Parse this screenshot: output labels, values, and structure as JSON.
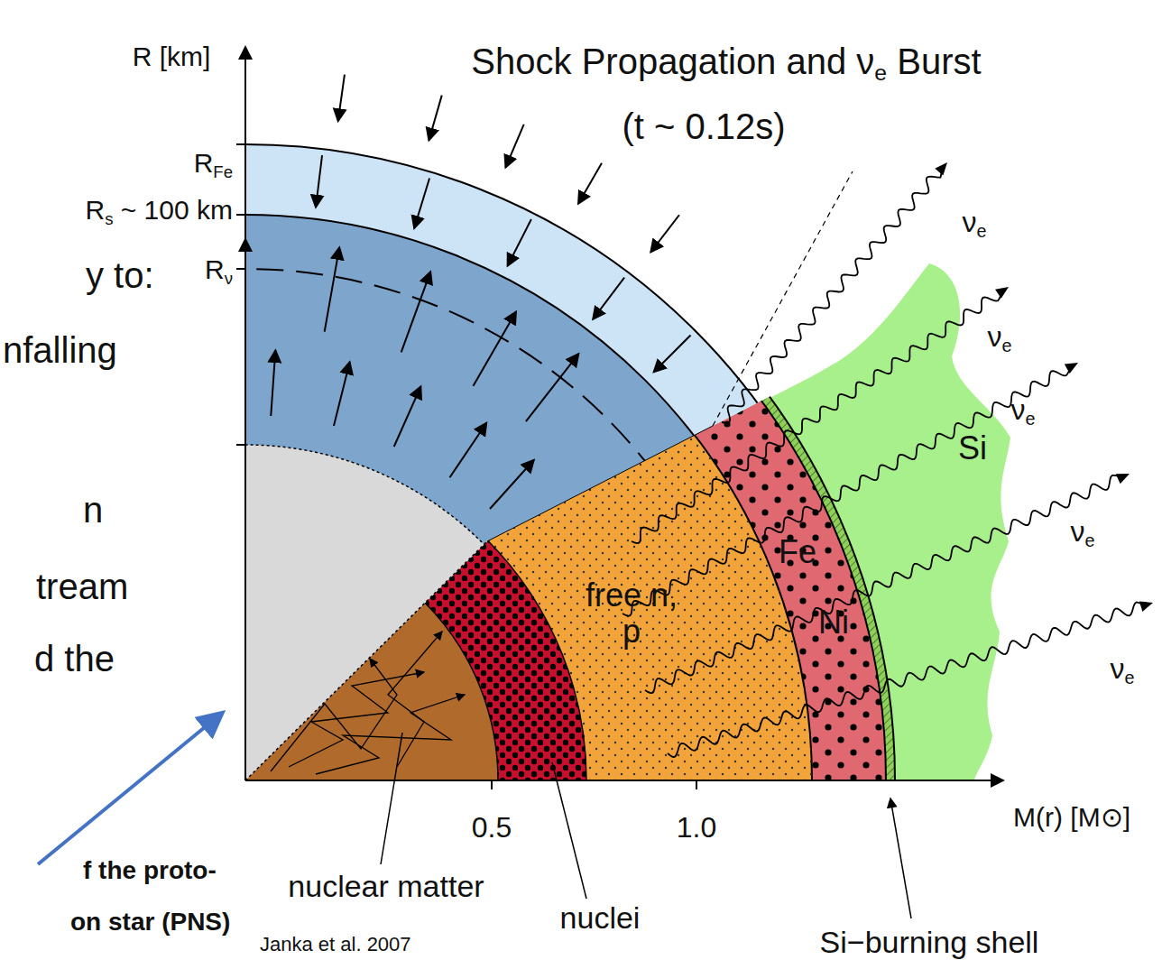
{
  "diagram": {
    "title": "Shock Propagation and νe Burst",
    "labels": [
      "(t ~ 0.12s)",
      "R [km]",
      "RFe",
      "Rs ~ 100 km",
      "Rν",
      "M(r) [M⊙]",
      "0.5",
      "1.0",
      "νe",
      "νe",
      "νe",
      "νe",
      "νe",
      "Si",
      "Fe",
      "Ni",
      "free n, p",
      "nuclear matter",
      "nuclei",
      "Si−burning shell",
      "Janka et al. 2007",
      "y to:",
      "nfalling",
      "n",
      "tream",
      "d the",
      "f the proto-",
      "on star (PNS)"
    ]
  }
}
